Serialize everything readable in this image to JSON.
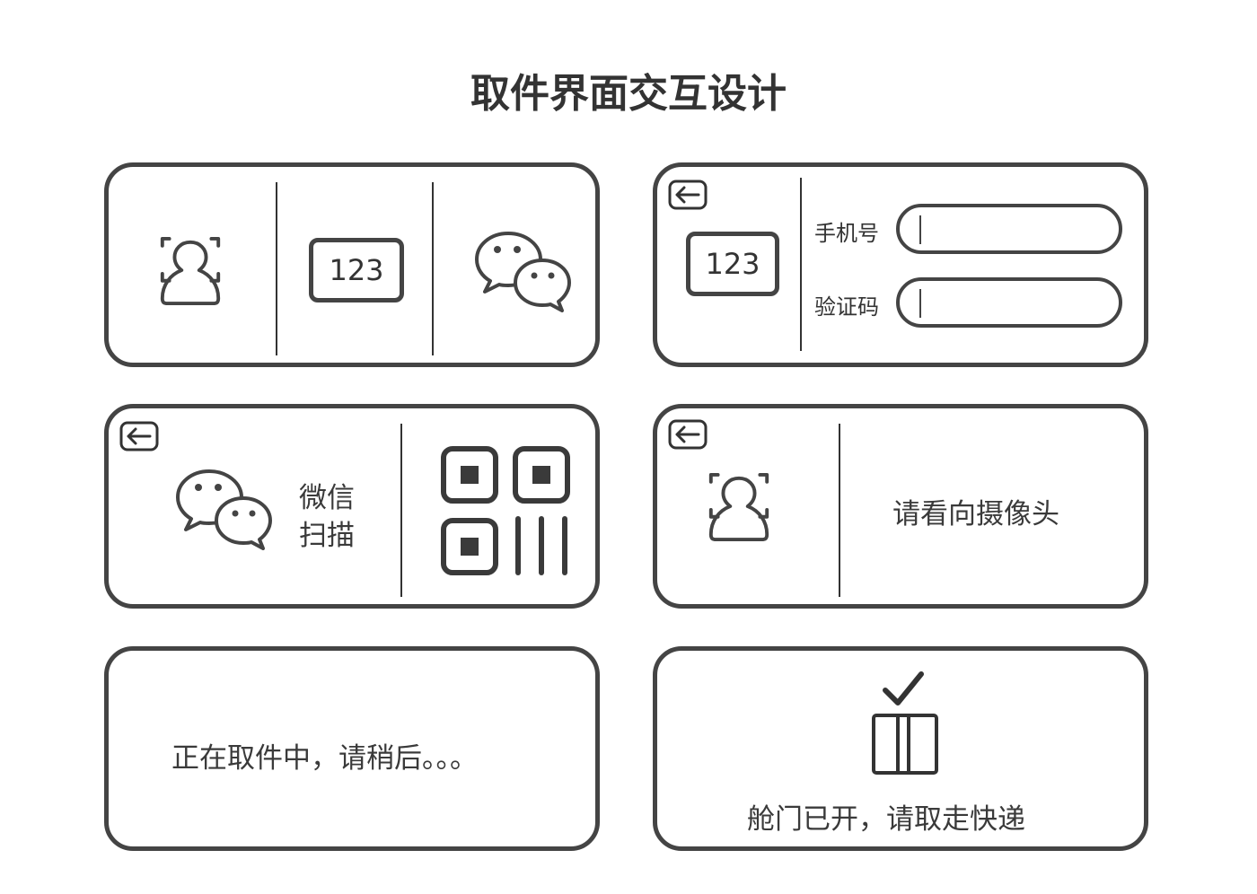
{
  "title": "取件界面交互设计",
  "panel_select": {
    "code_label": "123"
  },
  "panel_code": {
    "code_label": "123",
    "phone_label": "手机号",
    "phone_value": "",
    "verify_label": "验证码",
    "verify_value": ""
  },
  "panel_wechat": {
    "line1": "微信",
    "line2": "扫描"
  },
  "panel_face": {
    "prompt": "请看向摄像头"
  },
  "panel_wait": {
    "message": "正在取件中，请稍后。。。"
  },
  "panel_open": {
    "message": "舱门已开，请取走快递"
  },
  "colors": {
    "stroke": "#444444",
    "background": "#ffffff"
  }
}
